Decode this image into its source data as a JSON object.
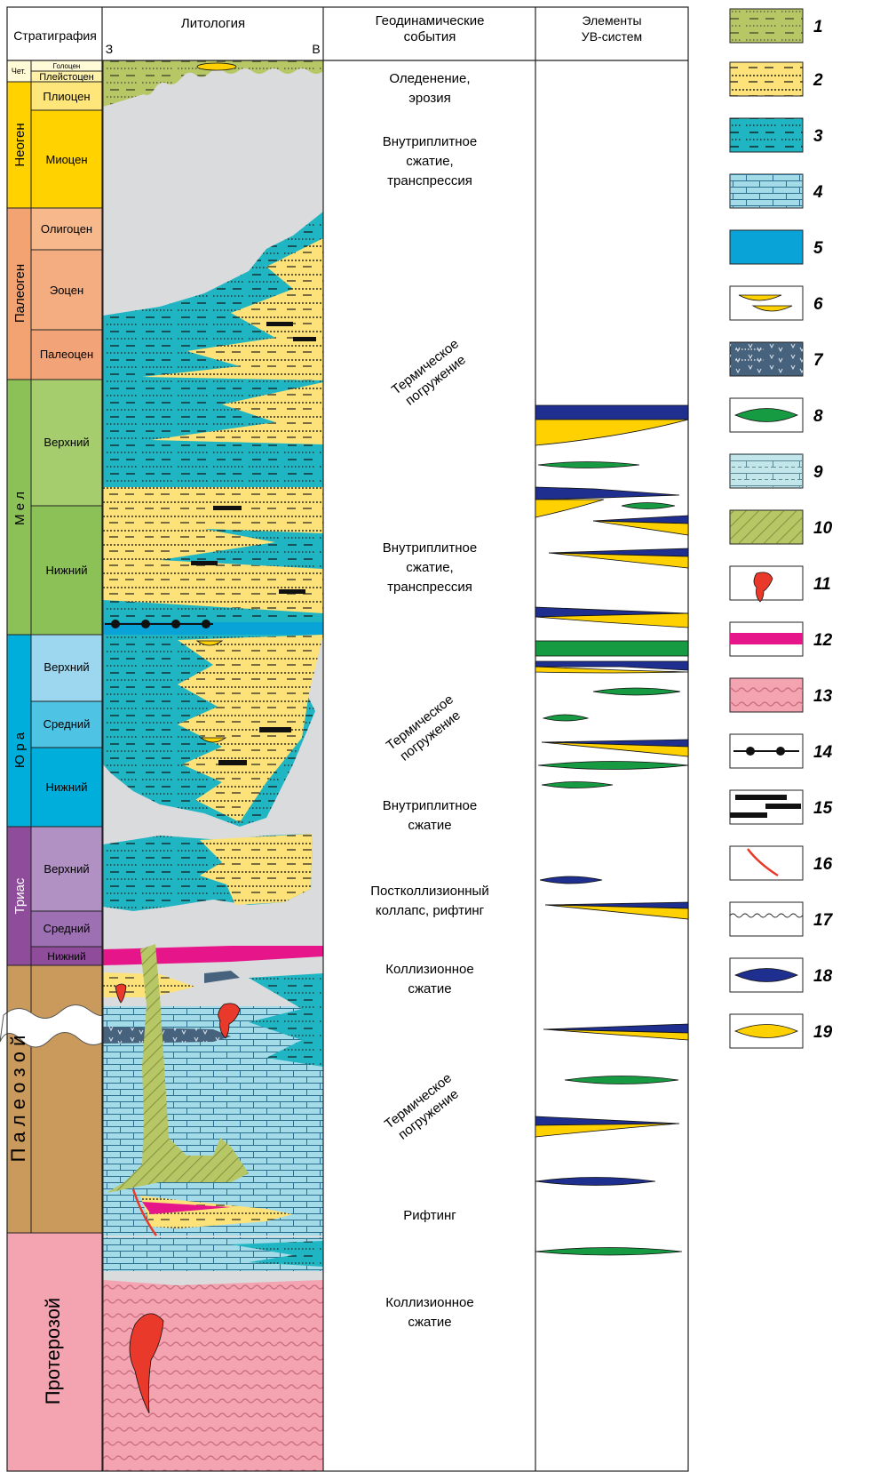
{
  "headers": {
    "stratigraphy": "Стратиграфия",
    "lithology": "Литология",
    "lith_west": "З",
    "lith_east": "В",
    "geodynamic_line1": "Геодинамические",
    "geodynamic_line2": "события",
    "elements_line1": "Элементы",
    "elements_line2": "УВ-систем"
  },
  "systems": [
    {
      "name": "Чет.",
      "vertical": false
    },
    {
      "name": "Неоген",
      "vertical": true
    },
    {
      "name": "Палеоген",
      "vertical": true
    },
    {
      "name": "М е л",
      "vertical": true
    },
    {
      "name": "Ю р а",
      "vertical": true
    },
    {
      "name": "Триас",
      "vertical": true
    },
    {
      "name": "П а л е о з о й",
      "vertical": true
    },
    {
      "name": "Протерозой",
      "vertical": true
    }
  ],
  "series": [
    "Голоцен",
    "Плейстоцен",
    "Плиоцен",
    "Миоцен",
    "Олигоцен",
    "Эоцен",
    "Палеоцен",
    "Верхний",
    "Нижний",
    "Верхний",
    "Средний",
    "Нижний",
    "Верхний",
    "Средний",
    "Нижний"
  ],
  "events": [
    [
      "Оледенение,",
      "эрозия"
    ],
    [
      "Внутриплитное",
      "сжатие,",
      "транспрессия"
    ],
    [
      "Термическое",
      "погружение"
    ],
    [
      "Внутриплитное",
      "сжатие,",
      "транспрессия"
    ],
    [
      "Термическое",
      "погружение"
    ],
    [
      "Внутриплитное",
      "сжатие"
    ],
    [
      "Постколлизионный",
      "коллапс, рифтинг"
    ],
    [
      "Коллизионное",
      "сжатие"
    ],
    [
      "Термическое",
      "погружение"
    ],
    [
      "Рифтинг"
    ],
    [
      "Коллизионное",
      "сжатие"
    ]
  ],
  "legend": [
    "1",
    "2",
    "3",
    "4",
    "5",
    "6",
    "7",
    "8",
    "9",
    "10",
    "11",
    "12",
    "13",
    "14",
    "15",
    "16",
    "17",
    "18",
    "19"
  ],
  "colors": {
    "sand": "#fde27a",
    "shale": "#1fb5c2",
    "limestone": "#a4dbe8",
    "blue_fill": "#0aa3d8",
    "green_body": "#b8c766",
    "pink": "#e6168a",
    "proterozoic": "#f4a3b1",
    "neogene": "#ffd200",
    "paleogene": "#f3a372",
    "cretaceous": "#8cc157",
    "jurassic": "#00aedb",
    "triassic": "#8e4c9b",
    "paleozoic": "#c99a5b",
    "background_gray": "#d9dbdd",
    "oil_blue": "#1e2f8f",
    "gas_yellow": "#ffd100",
    "source_green": "#169b43",
    "magma_red": "#e8392a"
  }
}
